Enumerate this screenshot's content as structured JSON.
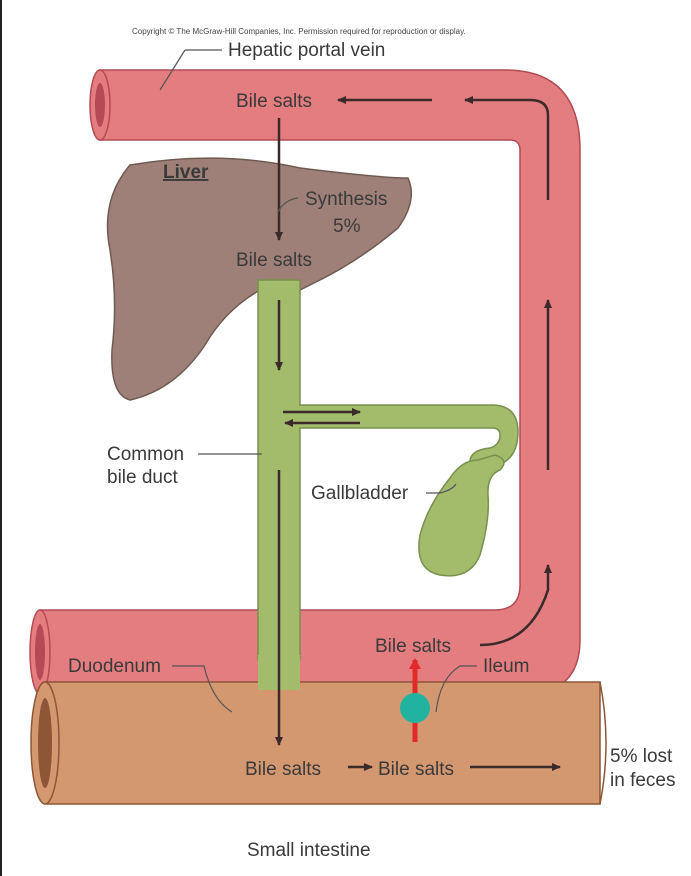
{
  "copyright": "Copyright © The McGraw-Hill Companies, Inc. Permission required for reproduction or display.",
  "labels": {
    "hepatic_portal_vein": "Hepatic portal vein",
    "bile_salts_top": "Bile salts",
    "liver": "Liver",
    "synthesis": "Synthesis",
    "synthesis_pct": "5%",
    "bile_salts_liver": "Bile salts",
    "common_bile_duct_1": "Common",
    "common_bile_duct_2": "bile duct",
    "gallbladder": "Gallbladder",
    "bile_salts_vein_bottom": "Bile salts",
    "duodenum": "Duodenum",
    "ileum": "Ileum",
    "bile_salts_intestine_1": "Bile salts",
    "bile_salts_intestine_2": "Bile salts",
    "lost_1": "5% lost",
    "lost_2": "in feces",
    "small_intestine": "Small intestine"
  },
  "colors": {
    "vein": "#e47d7f",
    "vein_dark": "#b44a55",
    "liver": "#9e8078",
    "bile_duct": "#a2bc6c",
    "intestine": "#d49871",
    "intestine_dark": "#8c5637",
    "transporter": "#21b3a0",
    "arrow": "#3a2a2a",
    "red_arrow": "#e22a2a"
  }
}
